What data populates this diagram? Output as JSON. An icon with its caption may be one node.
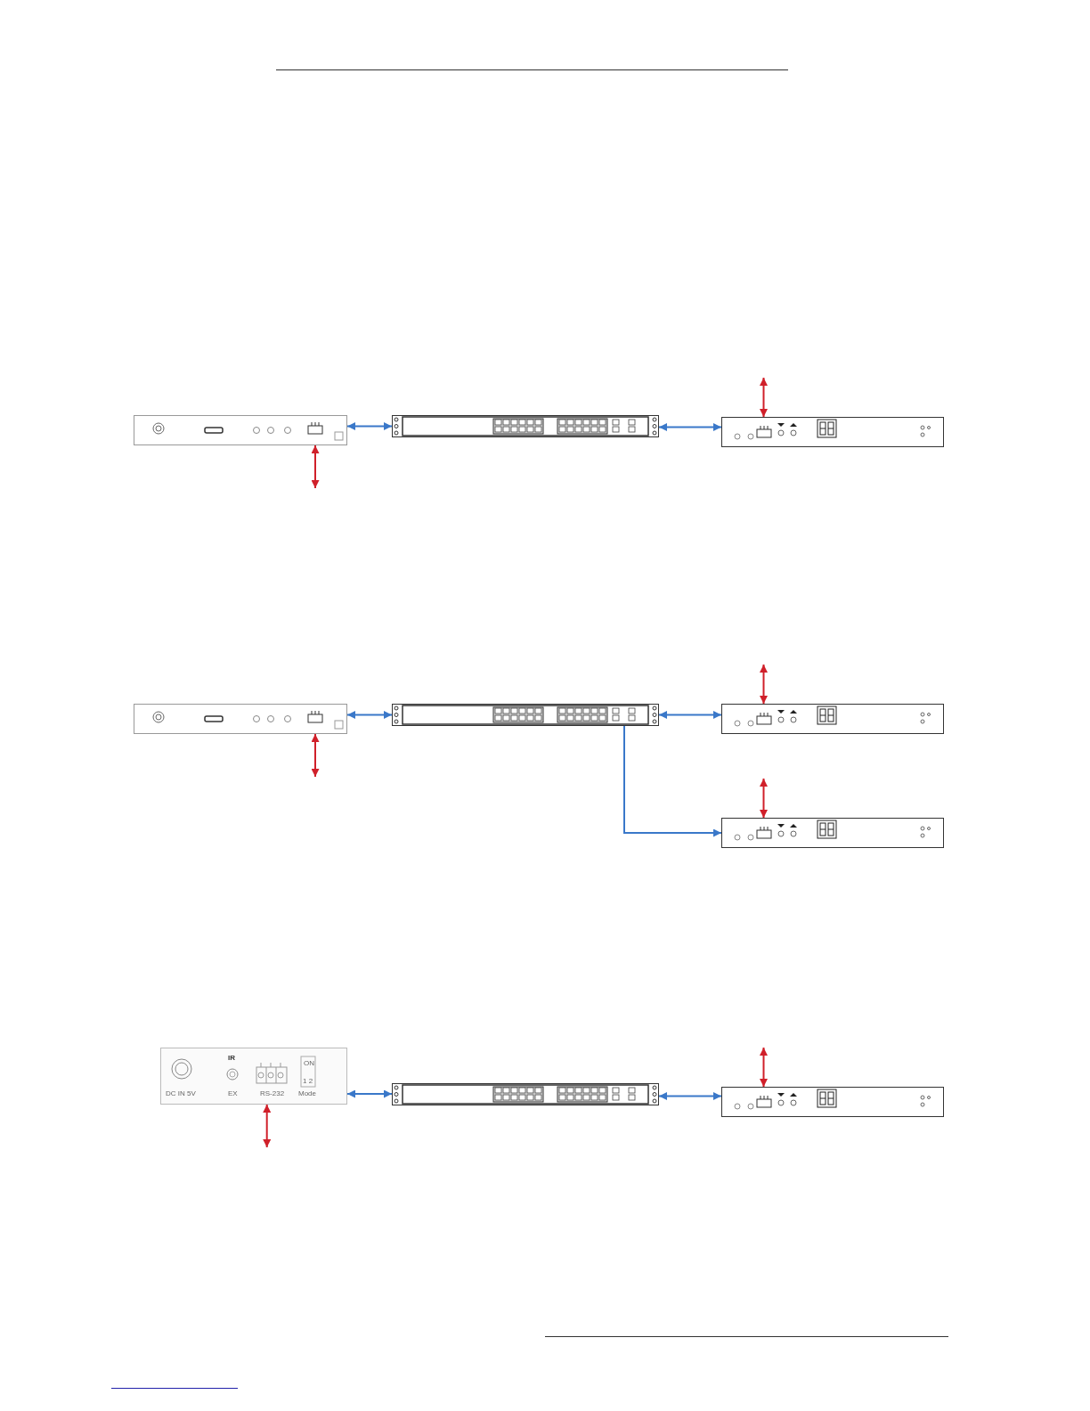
{
  "diagram": {
    "nodes": [
      {
        "text": [],
        "shape": "picture"
      },
      {
        "text": [],
        "shape": "picture"
      },
      {
        "text": [],
        "shape": "picture"
      },
      {
        "text": [],
        "shape": "picture"
      },
      {
        "text": [],
        "shape": "picture"
      },
      {
        "text": [],
        "shape": "picture"
      },
      {
        "text": [],
        "shape": "picture"
      },
      {
        "text": [
          "DC IN 5V",
          "IR",
          "EX",
          "RS-232",
          "ON",
          "1 2",
          "Mode"
        ]
      },
      {
        "text": [],
        "shape": "picture"
      },
      {
        "text": [],
        "shape": "picture"
      }
    ],
    "edges": [
      {
        "from": 0,
        "to": 1,
        "arrow": "both",
        "color": "#3a78c9"
      },
      {
        "from": 1,
        "to": 2,
        "arrow": "both",
        "color": "#3a78c9"
      },
      {
        "from": 0,
        "to": null,
        "arrow": "both",
        "color": "#d0202a"
      },
      {
        "from": 2,
        "to": null,
        "arrow": "both",
        "color": "#d0202a"
      },
      {
        "from": 3,
        "to": 4,
        "arrow": "both",
        "color": "#3a78c9"
      },
      {
        "from": 4,
        "to": 5,
        "arrow": "both",
        "color": "#3a78c9"
      },
      {
        "from": 4,
        "to": 6,
        "arrow": "to",
        "color": "#3a78c9"
      },
      {
        "from": 3,
        "to": null,
        "arrow": "both",
        "color": "#d0202a"
      },
      {
        "from": 5,
        "to": null,
        "arrow": "both",
        "color": "#d0202a"
      },
      {
        "from": 6,
        "to": null,
        "arrow": "both",
        "color": "#d0202a"
      },
      {
        "from": 7,
        "to": 8,
        "arrow": "both",
        "color": "#3a78c9"
      },
      {
        "from": 8,
        "to": 9,
        "arrow": "both",
        "color": "#3a78c9"
      },
      {
        "from": 7,
        "to": null,
        "arrow": "both",
        "color": "#d0202a"
      },
      {
        "from": 9,
        "to": null,
        "arrow": "both",
        "color": "#d0202a"
      }
    ]
  }
}
